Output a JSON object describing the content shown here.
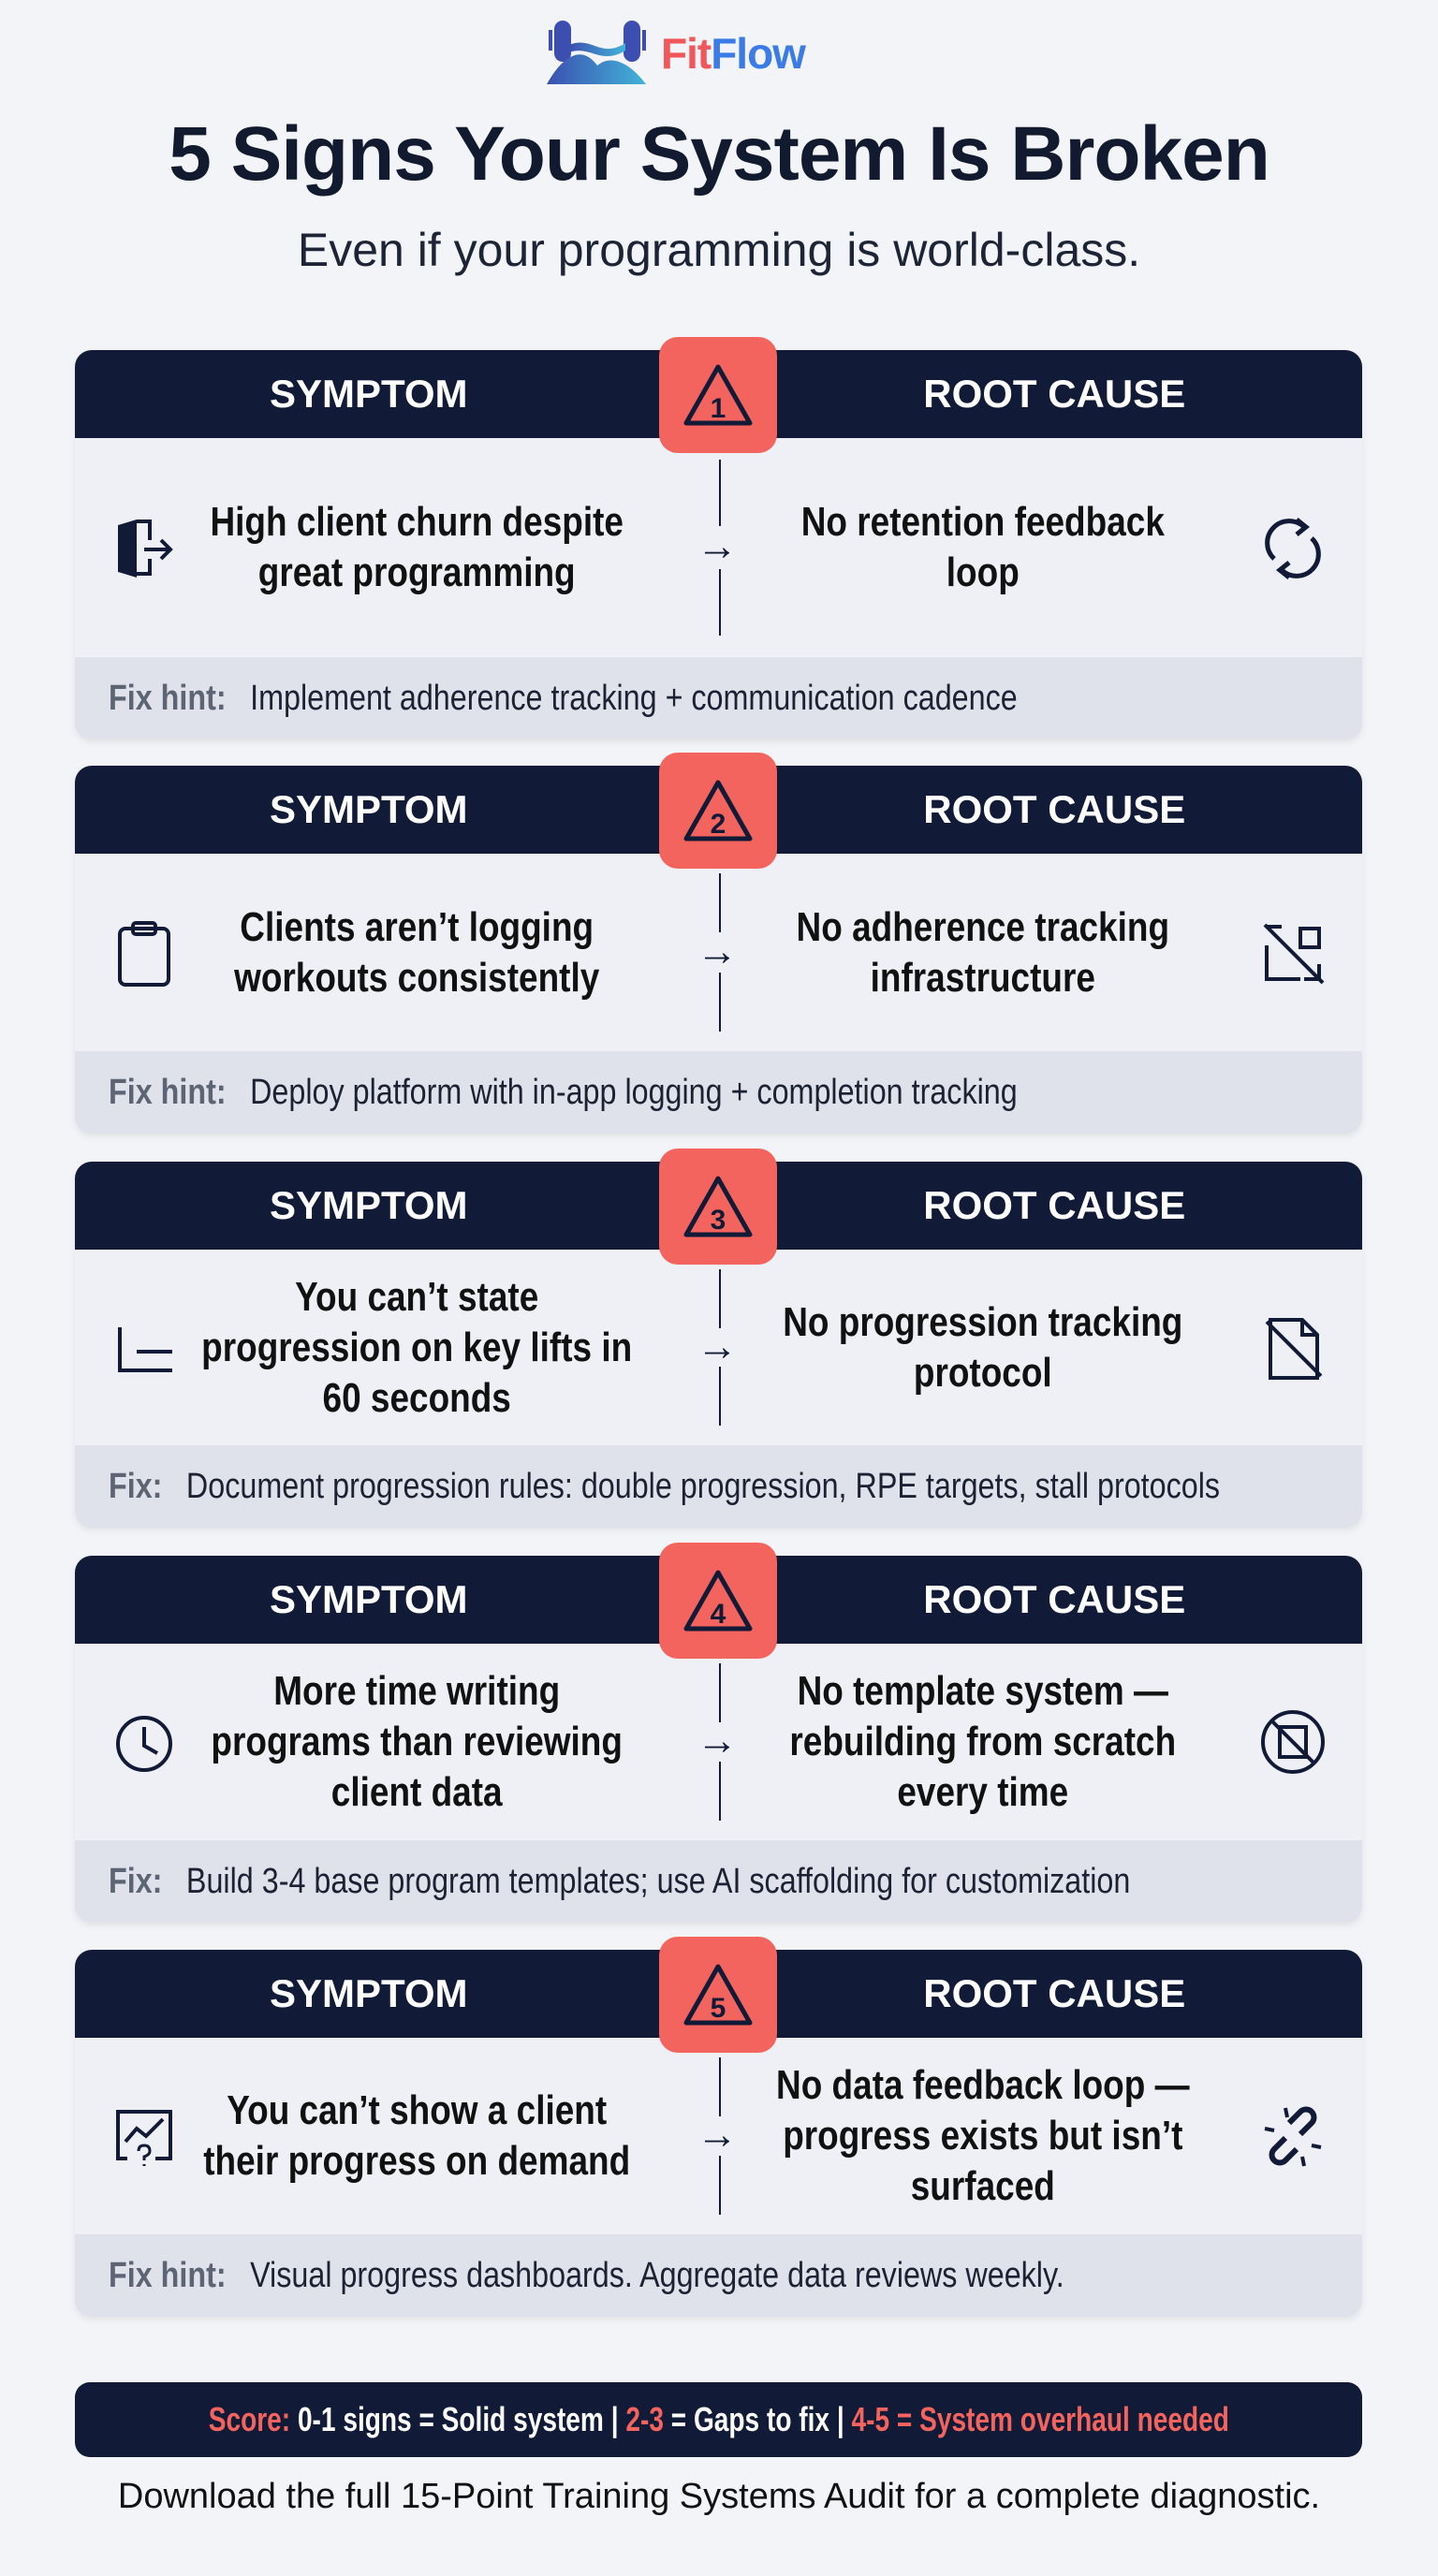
{
  "brand": {
    "name_part1": "Fit",
    "name_part2": "Flow"
  },
  "title": "5 Signs Your System Is Broken",
  "subtitle": "Even if your programming is world-class.",
  "labels": {
    "symptom": "SYMPTOM",
    "root_cause": "ROOT CAUSE",
    "arrow": "→"
  },
  "cards": [
    {
      "number": "1",
      "symptom": "High client churn despite great programming",
      "cause": "No retention feedback loop",
      "fix_label": "Fix hint:",
      "fix": "Implement adherence tracking + communication cadence",
      "icon_left": "door-exit-icon",
      "icon_right": "refresh-loop-icon"
    },
    {
      "number": "2",
      "symptom": "Clients aren’t logging workouts consistently",
      "cause": "No adherence tracking infrastructure",
      "fix_label": "Fix hint:",
      "fix": "Deploy platform with in-app logging + completion tracking",
      "icon_left": "clipboard-icon",
      "icon_right": "tracking-off-icon"
    },
    {
      "number": "3",
      "symptom": "You can’t state progression on key lifts in 60 seconds",
      "cause": "No progression tracking protocol",
      "fix_label": "Fix:",
      "fix": "Document progression rules: double progression, RPE targets, stall protocols",
      "icon_left": "chart-axis-icon",
      "icon_right": "document-off-icon"
    },
    {
      "number": "4",
      "symptom": "More time writing programs than reviewing client data",
      "cause": "No template system — rebuilding from scratch every time",
      "fix_label": "Fix:",
      "fix": "Build 3-4 base program templates; use AI scaffolding for customization",
      "icon_left": "clock-icon",
      "icon_right": "no-template-icon"
    },
    {
      "number": "5",
      "symptom": "You can’t show a client their progress on demand",
      "cause": "No data feedback loop — progress exists but isn’t surfaced",
      "fix_label": "Fix hint:",
      "fix": "Visual progress dashboards. Aggregate data reviews weekly.",
      "icon_left": "chart-question-icon",
      "icon_right": "broken-link-icon"
    }
  ],
  "score": {
    "label": "Score:",
    "p1": " 0-1 signs = Solid system | ",
    "r2": "2-3",
    "p2": " = Gaps to fix | ",
    "r3": "4-5 = System overhaul needed"
  },
  "footer": "Download the full 15-Point Training Systems Audit for a complete diagnostic.",
  "colors": {
    "navy": "#111a36",
    "accent": "#f4645e",
    "brand_red": "#f0565a",
    "brand_blue": "#3b7be6"
  }
}
